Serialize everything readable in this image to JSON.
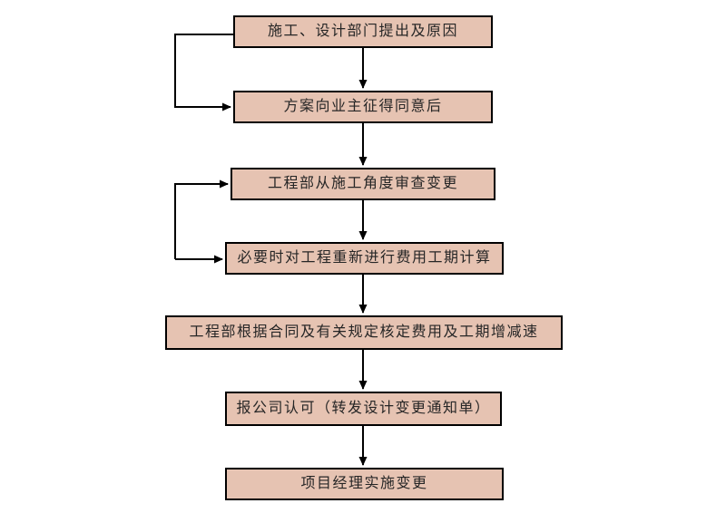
{
  "diagram": {
    "type": "flowchart",
    "nodes": [
      {
        "id": "node-1",
        "label": "施工、设计部门提出及原因"
      },
      {
        "id": "node-2",
        "label": "方案向业主征得同意后"
      },
      {
        "id": "node-3",
        "label": "工程部从施工角度审查变更"
      },
      {
        "id": "node-4",
        "label": "必要时对工程重新进行费用工期计算"
      },
      {
        "id": "node-5",
        "label": "工程部根据合同及有关规定核定费用及工期增减速"
      },
      {
        "id": "node-6",
        "label": "报公司认可（转发设计变更通知单）"
      },
      {
        "id": "node-7",
        "label": "项目经理实施变更"
      }
    ],
    "edges": [
      {
        "from": "node-1",
        "to": "node-2",
        "route": "straight-down",
        "arrowhead": true
      },
      {
        "from": "node-1",
        "to": "node-2",
        "route": "left-side-elbow",
        "arrowhead": true
      },
      {
        "from": "node-2",
        "to": "node-3",
        "route": "straight-down",
        "arrowhead": true
      },
      {
        "from": "node-3",
        "to": "node-4",
        "route": "straight-down",
        "arrowhead": true
      },
      {
        "from": "node-3",
        "to": "node-4",
        "route": "left-side-bracket",
        "arrowheads_into": [
          "node-3",
          "node-4"
        ]
      },
      {
        "from": "node-4",
        "to": "node-5",
        "route": "straight-down",
        "arrowhead": true
      },
      {
        "from": "node-5",
        "to": "node-6",
        "route": "straight-down",
        "arrowhead": true
      },
      {
        "from": "node-6",
        "to": "node-7",
        "route": "straight-down",
        "arrowhead": true
      }
    ],
    "colors": {
      "background": "#ffffff",
      "node_fill": "#e6c3b2",
      "node_border": "#000000",
      "arrow": "#000000",
      "text": "#262626"
    }
  }
}
